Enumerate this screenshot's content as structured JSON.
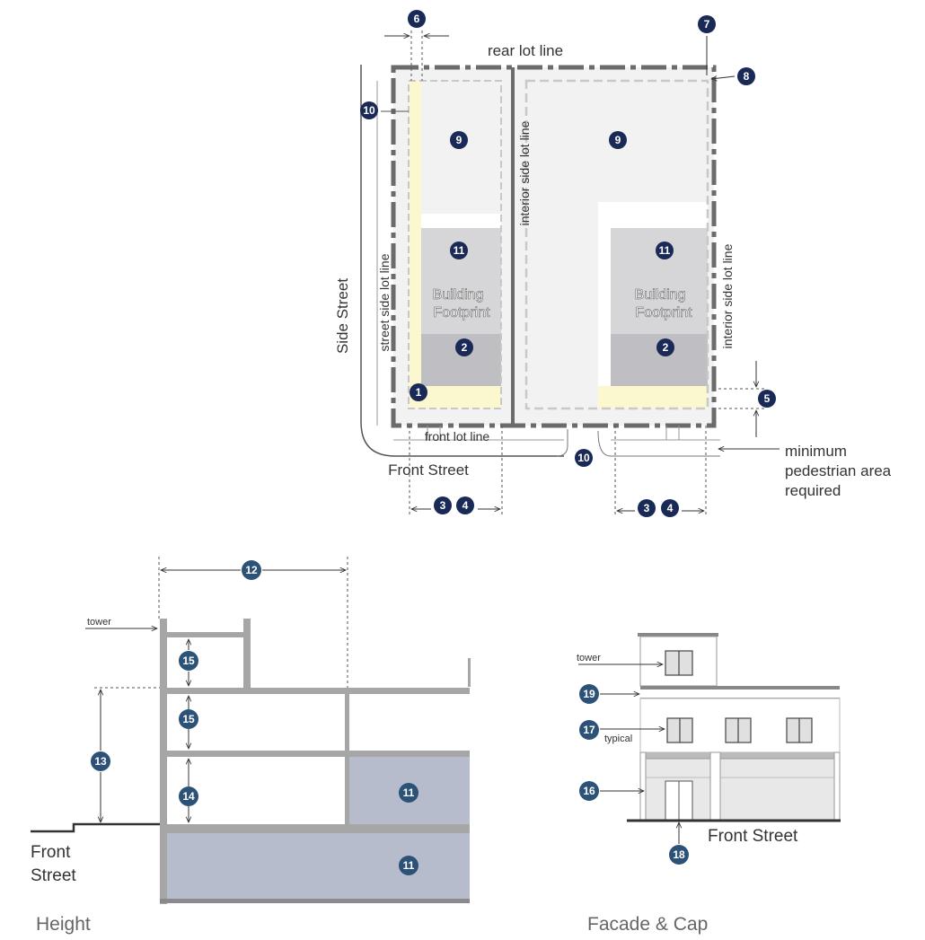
{
  "colors": {
    "badge_dark": "#1a2a57",
    "badge_mid": "#2d5277",
    "lot_line": "#6b6b6b",
    "setback_dash": "#c8c8c8",
    "yellow_zone": "#fbf7cf",
    "footprint_upper": "#d6d6d8",
    "footprint_lower": "#bfbfc3",
    "lot_fill": "#f2f2f2",
    "section_fill": "#b7bccd",
    "wall": "#a6a6a6"
  },
  "plan": {
    "labels": {
      "rear_lot_line": "rear lot line",
      "interior_side_lot_line_1": "interior side lot line",
      "interior_side_lot_line_2": "interior side lot line",
      "street_side_lot_line": "street side lot line",
      "side_street": "Side Street",
      "front_lot_line": "front lot line",
      "front_street": "Front Street",
      "pedestrian_line1": "minimum",
      "pedestrian_line2": "pedestrian area",
      "pedestrian_line3": "required",
      "footprint_a_line1": "Building",
      "footprint_a_line2": "Footprint",
      "footprint_b_line1": "Building",
      "footprint_b_line2": "Footprint"
    },
    "badges": {
      "b1": "1",
      "b2a": "2",
      "b2b": "2",
      "b3a": "3",
      "b4a": "4",
      "b3b": "3",
      "b4b": "4",
      "b5": "5",
      "b6": "6",
      "b7": "7",
      "b8": "8",
      "b9a": "9",
      "b9b": "9",
      "b10a": "10",
      "b10b": "10",
      "b11a": "11",
      "b11b": "11"
    }
  },
  "height": {
    "caption": "Height",
    "tower_label": "tower",
    "front_street_line1": "Front",
    "front_street_line2": "Street",
    "badges": {
      "b12": "12",
      "b13": "13",
      "b14": "14",
      "b15a": "15",
      "b15b": "15",
      "b11a": "11",
      "b11b": "11"
    }
  },
  "facade": {
    "caption": "Facade & Cap",
    "tower_label": "tower",
    "typical_label": "typical",
    "front_street": "Front Street",
    "badges": {
      "b16": "16",
      "b17": "17",
      "b18": "18",
      "b19": "19"
    }
  }
}
